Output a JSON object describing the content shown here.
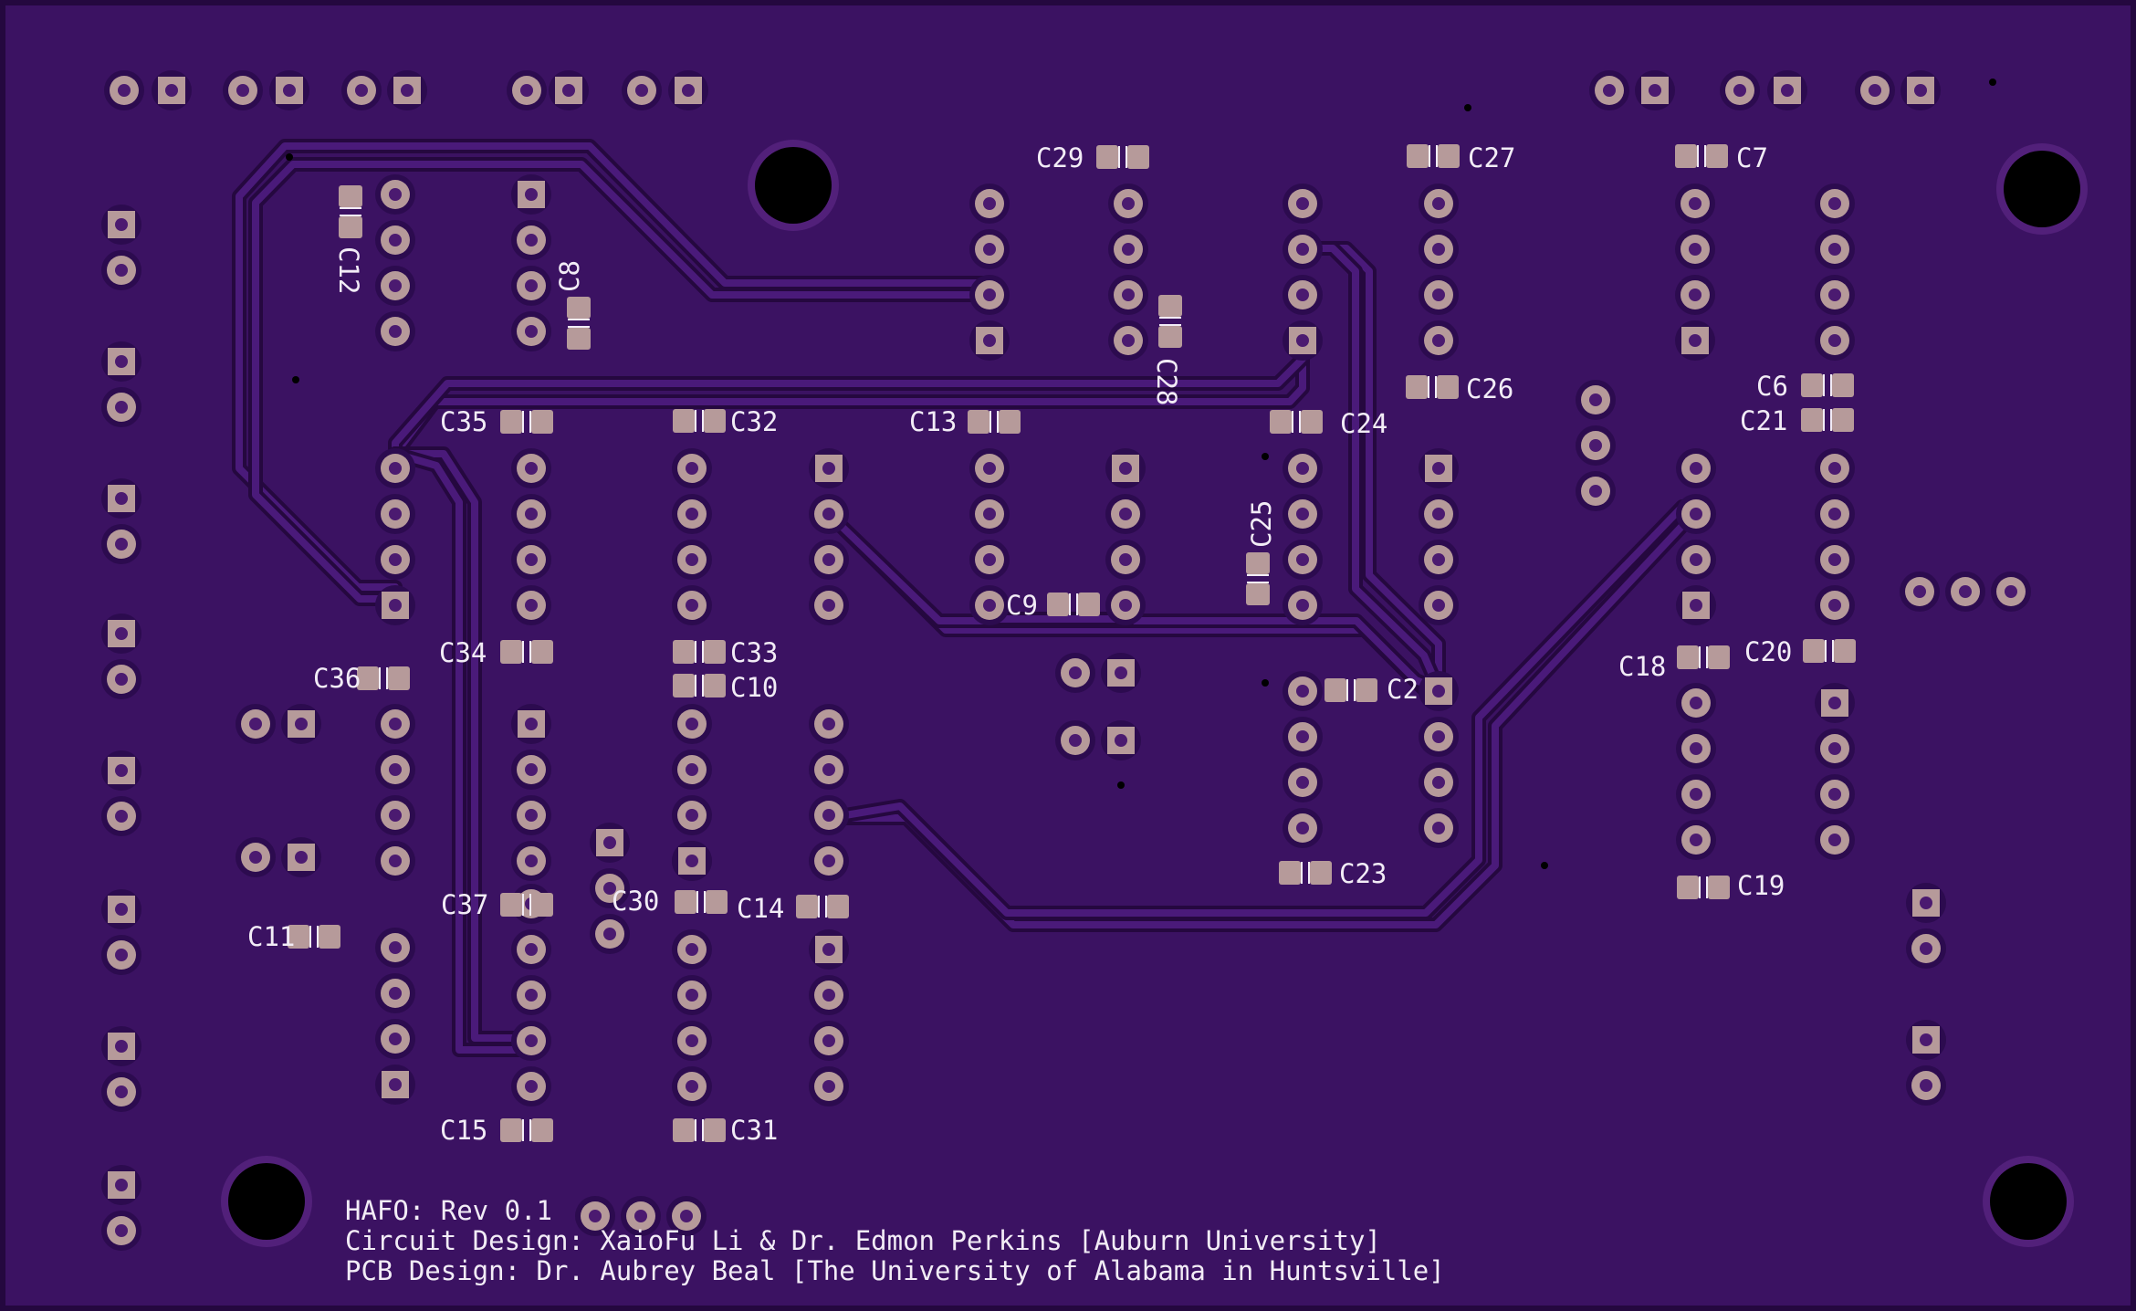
{
  "board": {
    "colors": {
      "substrate": "#3b1262",
      "edge": "#24083f",
      "trace": "#4a1a7a",
      "trace_outline": "#25083f",
      "pad": "#b69a9a",
      "drill": "#4b1a70",
      "silkscreen": "#f2ecf6",
      "hole": "#000000"
    },
    "silkscreen_text": {
      "line1": "HAFO: Rev 0.1",
      "line2": "Circuit Design: XaioFu Li & Dr. Edmon Perkins [Auburn University]",
      "line3": "PCB Design: Dr. Aubrey Beal [The University of Alabama in Huntsville]"
    },
    "capacitor_labels": [
      "C29",
      "C27",
      "C7",
      "C12",
      "C8",
      "C28",
      "C35",
      "C32",
      "C13",
      "C24",
      "C26",
      "C6",
      "C21",
      "C25",
      "C34",
      "C33",
      "C10",
      "C9",
      "C36",
      "C2",
      "C18",
      "C20",
      "C37",
      "C30",
      "C14",
      "C23",
      "C11",
      "C19",
      "C15",
      "C31"
    ]
  }
}
